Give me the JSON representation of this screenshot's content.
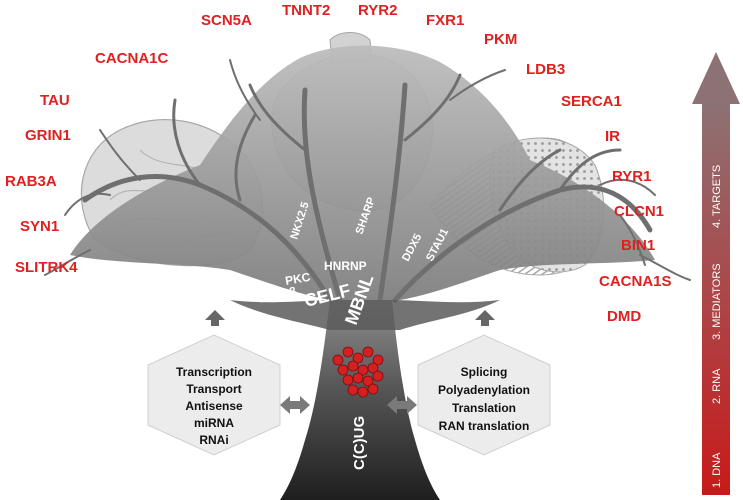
{
  "colors": {
    "gene_label": "#e02020",
    "trunk_dark": "#2b2b2b",
    "canopy_grey": "#8a8a8a",
    "arrow_top": "#8a6f70",
    "arrow_bottom": "#c41e1e"
  },
  "targets_left": [
    "CACNA1C",
    "TAU",
    "GRIN1",
    "RAB3A",
    "SYN1",
    "SLITRK4"
  ],
  "targets_top": [
    "SCN5A",
    "TNNT2",
    "RYR2",
    "FXR1",
    "PKM",
    "LDB3"
  ],
  "targets_right": [
    "SERCA1",
    "IR",
    "RYR1",
    "CLCN1",
    "BIN1",
    "CACNA1S",
    "DMD"
  ],
  "mediators": {
    "nkx": "NKX2.5",
    "sharp": "SHARP",
    "hnrnp": "HNRNP",
    "ddx5": "DDX5",
    "stau1": "STAU1",
    "pkc": "PKC",
    "gsk": "GSK3β",
    "celf": "CELF",
    "mbnl": "MBNL"
  },
  "trunk_label": "C(C)UG",
  "left_processes": [
    "Transcription",
    "Transport",
    "Antisense",
    "miRNA",
    "RNAi"
  ],
  "right_processes": [
    "Splicing",
    "Polyadenylation",
    "Translation",
    "RAN translation"
  ],
  "stages": [
    "1. DNA",
    "2. RNA",
    "3. MEDIATORS",
    "4. TARGETS"
  ]
}
